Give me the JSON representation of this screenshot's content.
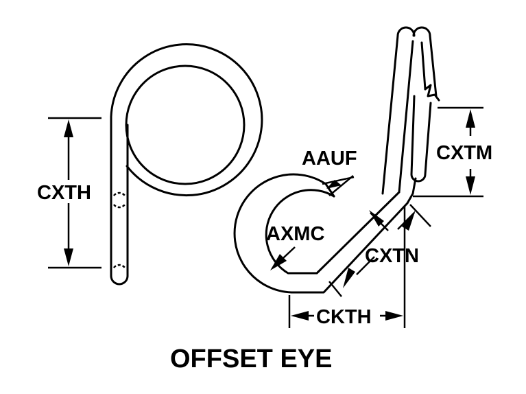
{
  "title": "OFFSET EYE",
  "dimensions": {
    "cxth": "CXTH",
    "aauf": "AAUF",
    "axmc": "AXMC",
    "cxtm": "CXTM",
    "cxtn": "CXTN",
    "ckth": "CKTH"
  },
  "colors": {
    "ink": "#000000",
    "background": "#ffffff"
  }
}
